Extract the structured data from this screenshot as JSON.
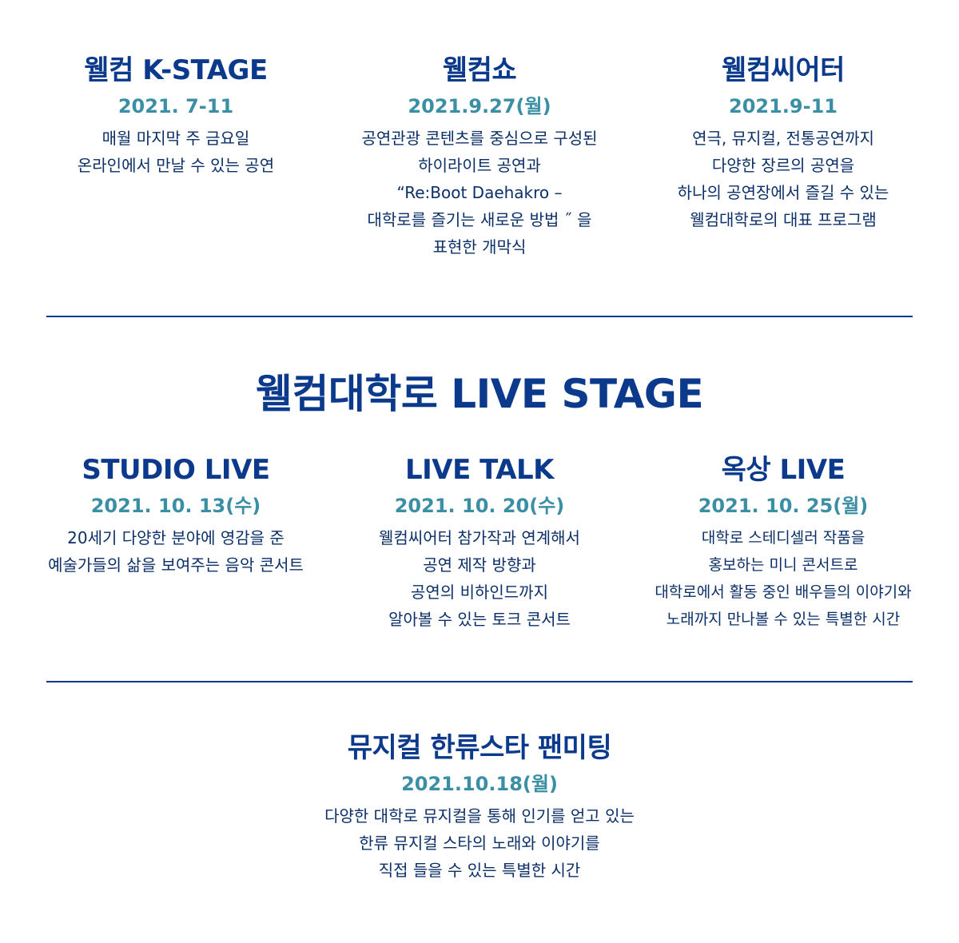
{
  "row1": [
    {
      "title": "웰컴 K-STAGE",
      "date": "2021. 7-11",
      "lines": [
        "매월 마지막 주 금요일",
        "온라인에서 만날 수 있는 공연"
      ]
    },
    {
      "title": "웰컴쇼",
      "date": "2021.9.27(월)",
      "lines": [
        "공연관광 콘텐츠를 중심으로 구성된",
        "하이라이트 공연과",
        "“Re:Boot Daehakro –",
        "대학로를 즐기는 새로운 방법 ˝ 을",
        "표현한 개막식"
      ]
    },
    {
      "title": "웰컴씨어터",
      "date": "2021.9-11",
      "lines": [
        "연극, 뮤지컬, 전통공연까지",
        "다양한 장르의 공연을",
        "하나의 공연장에서 즐길 수 있는",
        "웰컴대학로의 대표 프로그램"
      ]
    }
  ],
  "live_stage_title": "웰컴대학로 LIVE STAGE",
  "row2": [
    {
      "title": "STUDIO LIVE",
      "date": "2021. 10. 13(수)",
      "lines": [
        "20세기 다양한 분야에 영감을 준",
        "예술가들의 삶을 보여주는 음악 콘서트"
      ]
    },
    {
      "title": "LIVE TALK",
      "date": "2021. 10. 20(수)",
      "lines": [
        "웰컴씨어터 참가작과 연계해서",
        "공연 제작 방향과",
        "공연의 비하인드까지",
        "알아볼 수 있는 토크 콘서트"
      ]
    },
    {
      "title": "옥상 LIVE",
      "date": "2021. 10. 25(월)",
      "lines": [
        "대학로 스테디셀러 작품을",
        "홍보하는 미니 콘서트로",
        "대학로에서 활동 중인 배우들의 이야기와",
        "노래까지 만나볼 수 있는 특별한 시간"
      ]
    }
  ],
  "fanmeeting": {
    "title": "뮤지컬 한류스타 팬미팅",
    "date": "2021.10.18(월)",
    "lines": [
      "다양한 대학로 뮤지컬을 통해 인기를 얻고 있는",
      "한류 뮤지컬 스타의 노래와 이야기를",
      "직접 들을 수 있는 특별한 시간"
    ]
  },
  "colors": {
    "title": "#0b3a8c",
    "date": "#3b8fa4",
    "body": "#0b2f66",
    "divider": "#0b3a8c"
  }
}
